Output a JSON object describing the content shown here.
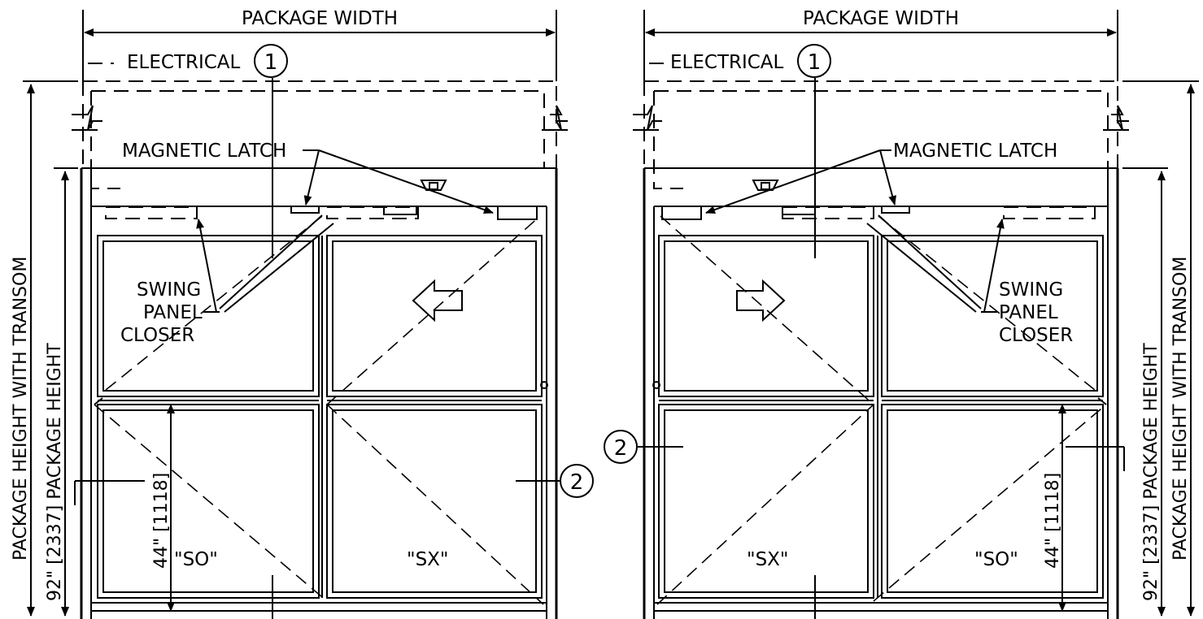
{
  "labels": {
    "package_width": "PACKAGE WIDTH",
    "electrical": "ELECTRICAL",
    "magnetic_latch": "MAGNETIC LATCH",
    "swing": "SWING",
    "panel": "PANEL",
    "closer": "CLOSER",
    "package_height_with_transom": "PACKAGE HEIGHT WITH TRANSOM",
    "package_height": "92\" [2337] PACKAGE HEIGHT",
    "half_height": "44\" [1118]",
    "so": "\"SO\"",
    "sx": "\"SX\"",
    "callout_1": "1",
    "callout_2": "2"
  }
}
